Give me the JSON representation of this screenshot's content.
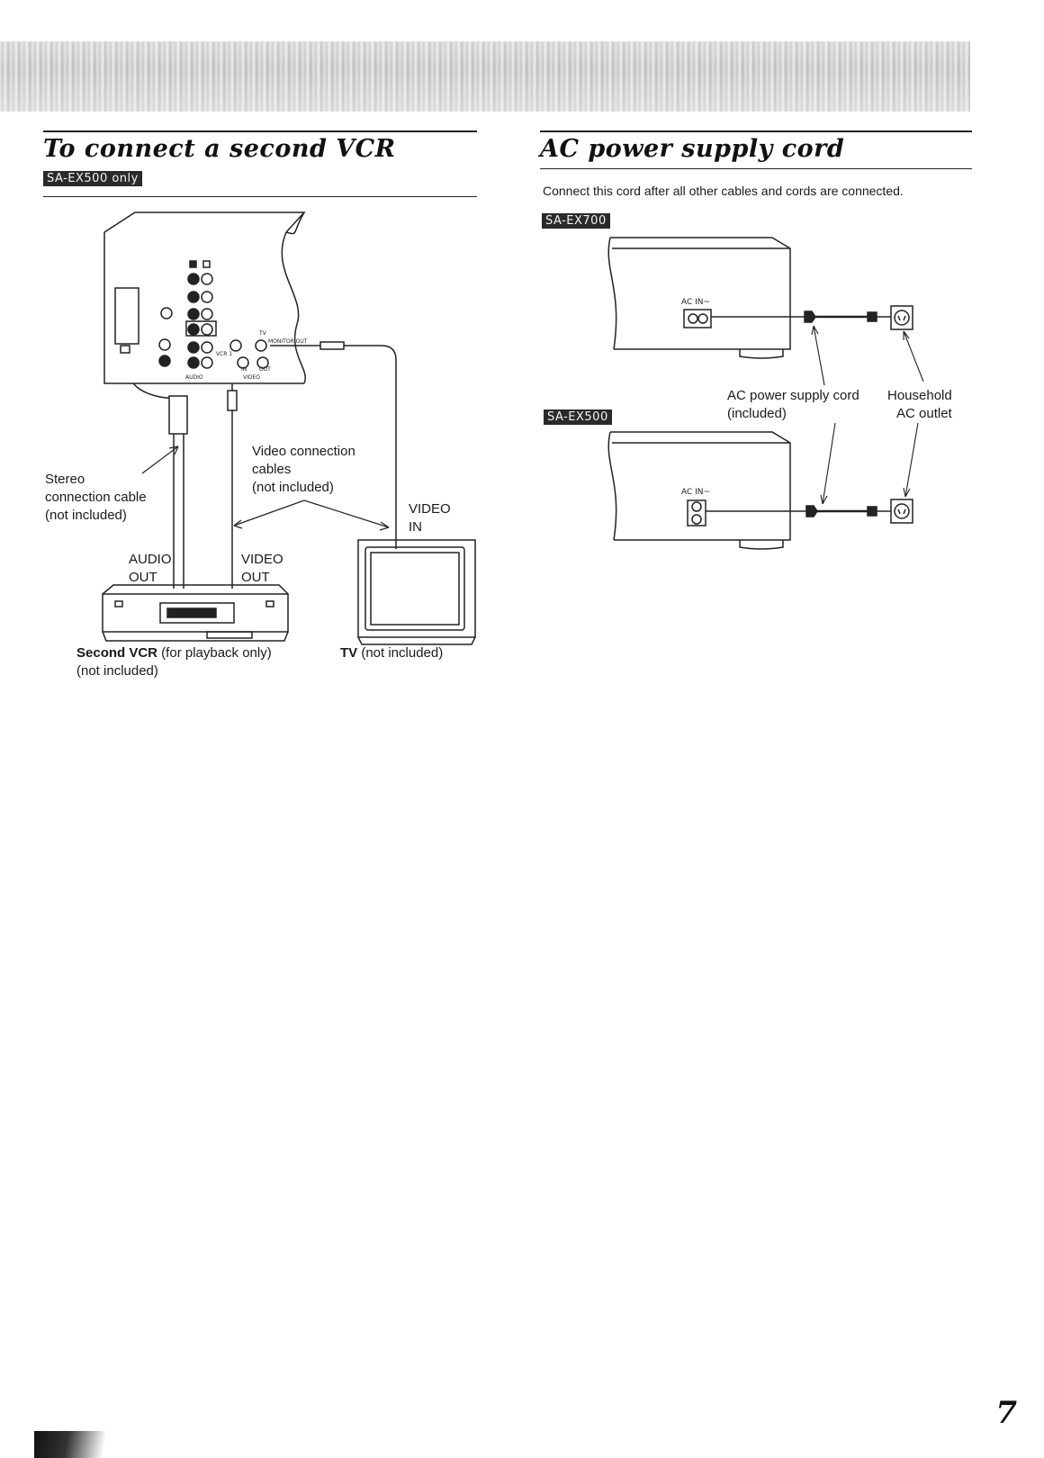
{
  "left_section": {
    "title": "To connect a second VCR",
    "badge": "SA-EX500 only",
    "labels": {
      "stereo_cable": [
        "Stereo",
        "connection cable",
        "(not included)"
      ],
      "video_cables": [
        "Video connection",
        "cables",
        "(not included)"
      ],
      "video_in": [
        "VIDEO",
        "IN"
      ],
      "audio_out": [
        "AUDIO",
        "OUT"
      ],
      "video_out": [
        "VIDEO",
        "OUT"
      ],
      "vcr_caption_bold": "Second VCR",
      "vcr_caption_rest": " (for playback only)",
      "vcr_caption_line2": "(not included)",
      "tv_caption_bold": "TV",
      "tv_caption_rest": " (not included)"
    },
    "panel_text": {
      "audio": "AUDIO",
      "video": "VIDEO",
      "vcr1": "VCR 1",
      "tv": "TV",
      "monitor_out": "MONITOR OUT",
      "in": "IN",
      "out": "OUT"
    }
  },
  "right_section": {
    "title": "AC power supply cord",
    "instruction": "Connect this cord after all other cables and cords are connected.",
    "badge_top": "SA-EX700",
    "badge_bottom": "SA-EX500",
    "ac_in_label": "AC IN~",
    "labels": {
      "cord": [
        "AC power supply cord",
        "(included)"
      ],
      "outlet": [
        "Household",
        "AC outlet"
      ]
    }
  },
  "page_number": "7"
}
